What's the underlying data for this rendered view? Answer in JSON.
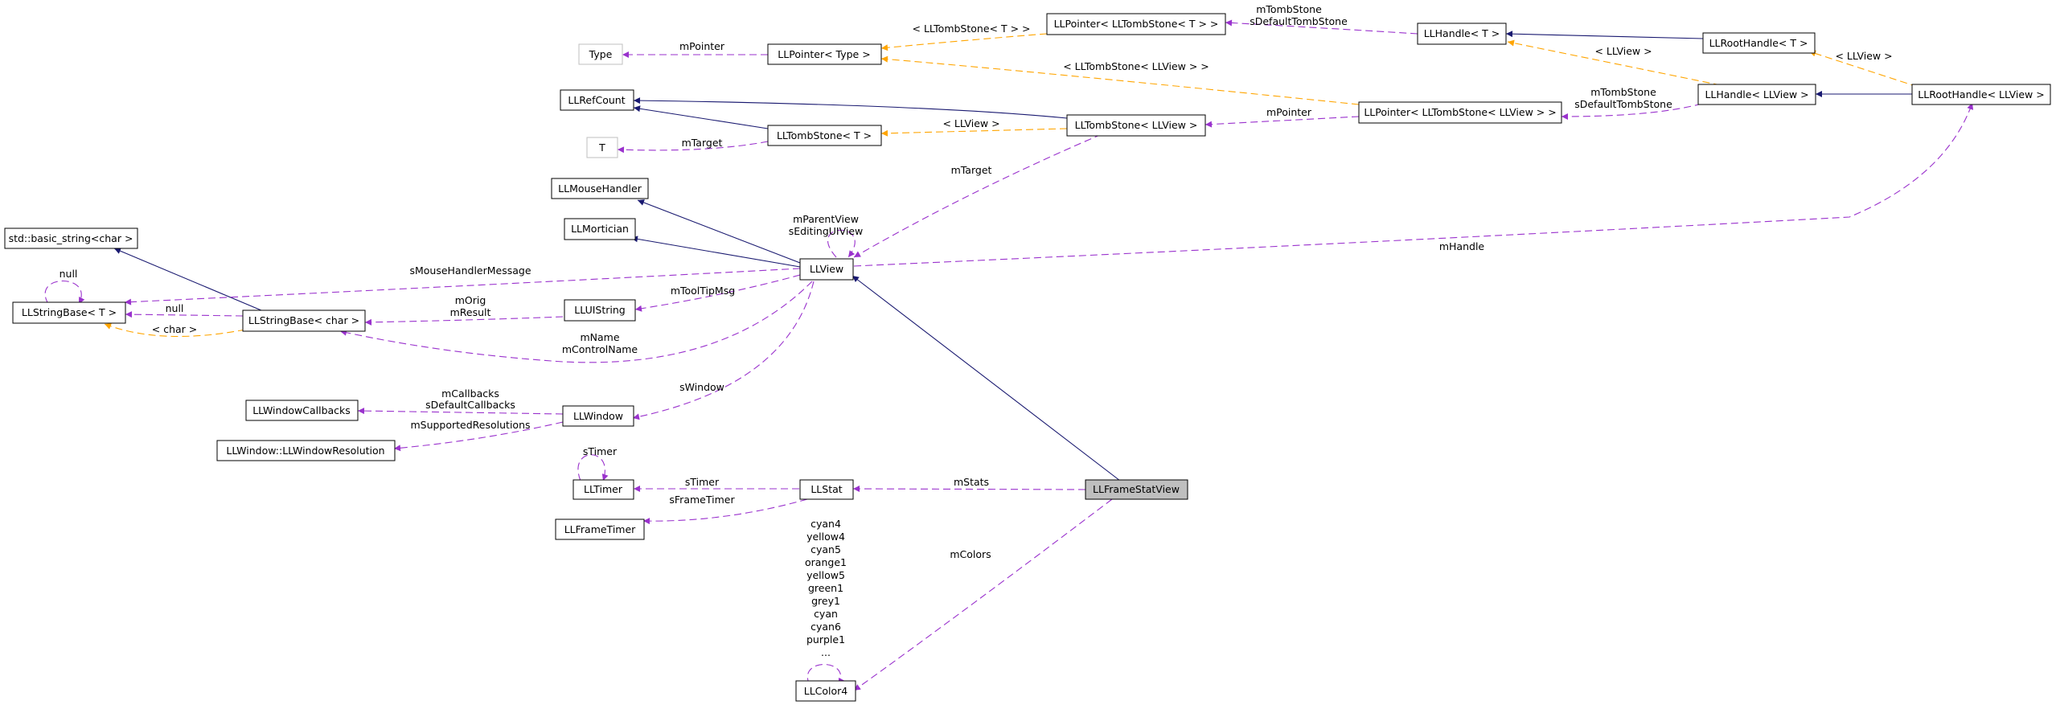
{
  "nodes": {
    "ll_frame_stat_view": "LLFrameStatView",
    "ll_view": "LLView",
    "ll_stat": "LLStat",
    "ll_color4": "LLColor4",
    "ll_timer": "LLTimer",
    "ll_frame_timer": "LLFrameTimer",
    "ll_window": "LLWindow",
    "ll_window_callbacks": "LLWindowCallbacks",
    "ll_window_resolution": "LLWindow::LLWindowResolution",
    "ll_ui_string": "LLUIString",
    "ll_string_base_char": "LLStringBase< char >",
    "ll_string_base_t": "LLStringBase< T >",
    "std_basic_string": "std::basic_string<char >",
    "ll_mortician": "LLMortician",
    "ll_mouse_handler": "LLMouseHandler",
    "ll_tombstone_view": "LLTombStone< LLView >",
    "ll_tombstone_t": "LLTombStone< T >",
    "ll_refcount": "LLRefCount",
    "t_param": "T",
    "type_param": "Type",
    "ll_pointer_type": "LLPointer< Type >",
    "ll_pointer_tombstone_t": "LLPointer< LLTombStone< T > >",
    "ll_pointer_tombstone_view": "LLPointer< LLTombStone< LLView > >",
    "ll_handle_t": "LLHandle< T >",
    "ll_handle_view": "LLHandle< LLView >",
    "ll_root_handle_t": "LLRootHandle< T >",
    "ll_root_handle_view": "LLRootHandle< LLView >"
  },
  "edge_labels": {
    "m_stats": "mStats",
    "m_colors": "mColors",
    "color_names": [
      "cyan4",
      "yellow4",
      "cyan5",
      "orange1",
      "yellow5",
      "green1",
      "grey1",
      "cyan",
      "cyan6",
      "purple1",
      "..."
    ],
    "s_timer": "sTimer",
    "s_timer_self": "sTimer",
    "s_frame_timer": "sFrameTimer",
    "s_window": "sWindow",
    "m_callbacks": "mCallbacks",
    "s_default_callbacks": "sDefaultCallbacks",
    "m_supported_resolutions": "mSupportedResolutions",
    "m_tooltip_msg": "mToolTipMsg",
    "m_orig": "mOrig",
    "m_result": "mResult",
    "m_name": "mName",
    "m_control_name": "mControlName",
    "s_mouse_handler_message": "sMouseHandlerMessage",
    "null_self": "null",
    "null_link": "null",
    "char_tpl": "< char >",
    "m_parent_view": "mParentView",
    "s_editing_ui_view": "sEditingUIView",
    "m_handle": "mHandle",
    "m_target_view": "mTarget",
    "m_target_t": "mTarget",
    "m_pointer_type": "mPointer",
    "ll_view_tpl_tombstone": "< LLView >",
    "m_pointer_view": "mPointer",
    "ll_tombstone_ll_view_tpl": "< LLTombStone< LLView > >",
    "ll_tombstone_t_tpl": "< LLTombStone< T > >",
    "m_tombstone_top": "mTombStone",
    "s_default_tombstone_top": "sDefaultTombStone",
    "m_tombstone_mid": "mTombStone",
    "s_default_tombstone_mid": "sDefaultTombStone",
    "ll_view_tpl_handle": "< LLView >",
    "ll_view_tpl_root": "< LLView >"
  }
}
